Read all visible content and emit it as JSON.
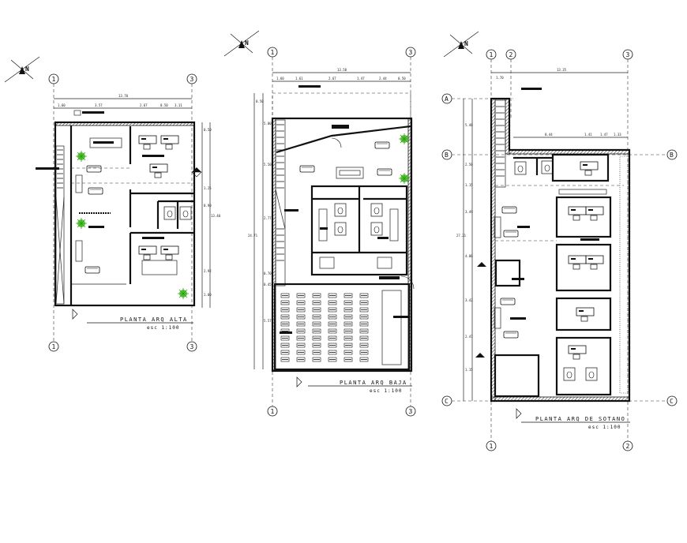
{
  "plans": [
    {
      "id": "alta",
      "title": "PLANTA ARQ  ALTA",
      "scale": "esc 1:100",
      "north": "N",
      "grid_top": [
        "1",
        "3"
      ],
      "grid_bottom": [
        "1",
        "3"
      ],
      "dims_top": [
        "13.70",
        "1.60",
        "3.57",
        "2.67",
        "0.50",
        "3.11"
      ],
      "dims_right": [
        "0.50",
        "1.25",
        "0.90",
        "2.92",
        "13.40",
        "1.00"
      ]
    },
    {
      "id": "baja",
      "title": "PLANTA ARQ  BAJA",
      "scale": "esc 1:100",
      "north": "N",
      "grid_top": [
        "1",
        "3"
      ],
      "grid_bottom": [
        "1",
        "3"
      ],
      "dims_top": [
        "13.50",
        "1.60",
        "1.61",
        "2.67",
        "1.47",
        "2.44",
        "0.50"
      ],
      "dims_left": [
        "0.50",
        "5.00",
        "5.50",
        "2.77",
        "24.71",
        "0.70",
        "0.45",
        "5.57"
      ]
    },
    {
      "id": "sotano",
      "title": "PLANTA ARQ  DE SOTANO",
      "scale": "esc 1:100",
      "north": "N",
      "grid_top": [
        "1",
        "2",
        "3"
      ],
      "grid_bottom": [
        "1",
        "2"
      ],
      "grid_rows": [
        "A",
        "B",
        "C"
      ],
      "dims_top": [
        "13.35",
        "1.70",
        "0.44",
        "1.41",
        "1.47",
        "1.33"
      ],
      "dims_left": [
        "5.48",
        "2.50",
        "1.15",
        "3.49",
        "27.21",
        "4.06",
        "3.42",
        "2.47",
        "1.15"
      ]
    }
  ]
}
